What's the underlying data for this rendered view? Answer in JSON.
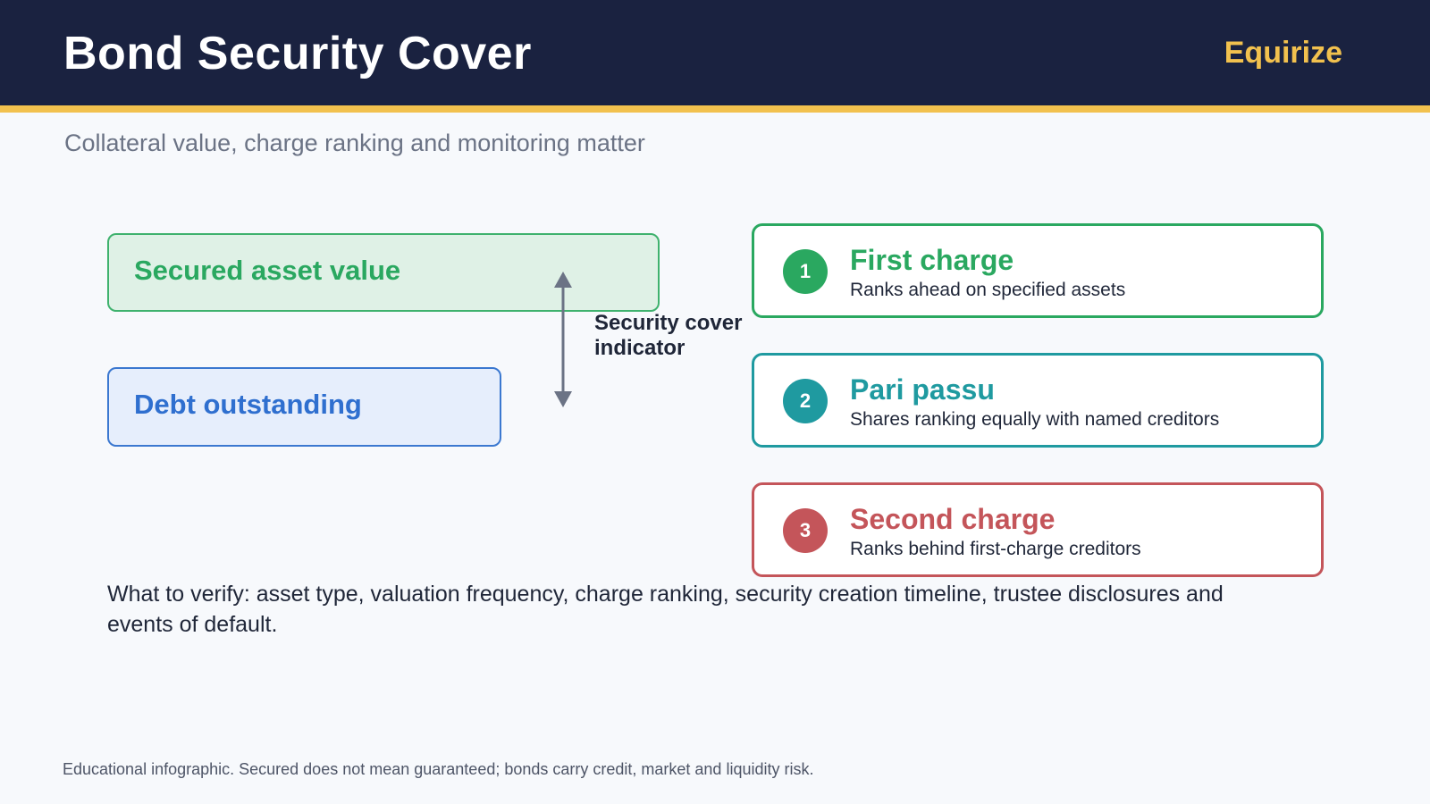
{
  "header": {
    "title": "Bond Security Cover",
    "brand": "Equirize"
  },
  "subtitle": "Collateral value, charge ranking and monitoring matter",
  "diagram": {
    "asset_label": "Secured asset value",
    "debt_label": "Debt outstanding",
    "indicator_line1": "Security cover",
    "indicator_line2": "indicator"
  },
  "charges": [
    {
      "number": "1",
      "title": "First charge",
      "description": "Ranks ahead on specified assets",
      "color": "#2aa860"
    },
    {
      "number": "2",
      "title": "Pari passu",
      "description": "Shares ranking equally with named creditors",
      "color": "#1f9aa0"
    },
    {
      "number": "3",
      "title": "Second charge",
      "description": "Ranks behind first-charge creditors",
      "color": "#c4555a"
    }
  ],
  "verify": "What to verify: asset type, valuation frequency, charge ranking, security creation timeline, trustee disclosures and events of default.",
  "footnote": "Educational infographic. Secured does not mean guaranteed; bonds carry credit, market and liquidity risk.",
  "colors": {
    "header_bg": "#1a2240",
    "accent": "#f2c14e",
    "background": "#f7f9fc"
  }
}
